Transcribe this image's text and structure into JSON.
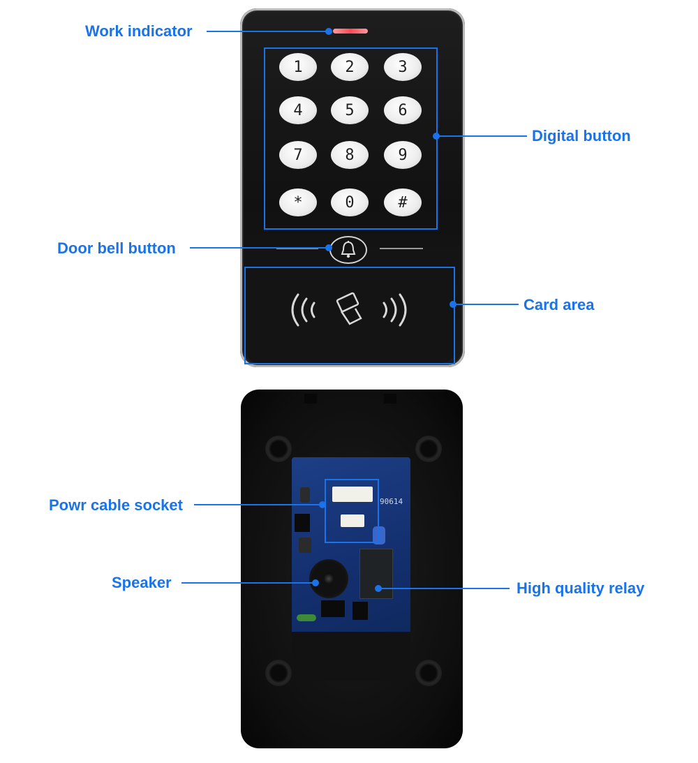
{
  "labels": {
    "work_indicator": "Work indicator",
    "digital_button": "Digital button",
    "door_bell_button": "Door bell button",
    "card_area": "Card area",
    "power_cable_socket": "Powr cable socket",
    "speaker": "Speaker",
    "high_quality_relay": "High quality relay"
  },
  "keypad": [
    "1",
    "2",
    "3",
    "4",
    "5",
    "6",
    "7",
    "8",
    "9",
    "*",
    "0",
    "#"
  ],
  "pcb_text": "90614",
  "colors": {
    "accent": "#1a73e8",
    "indicator": "#ff4a5a",
    "device": "#111111",
    "pcb": "#143070"
  }
}
